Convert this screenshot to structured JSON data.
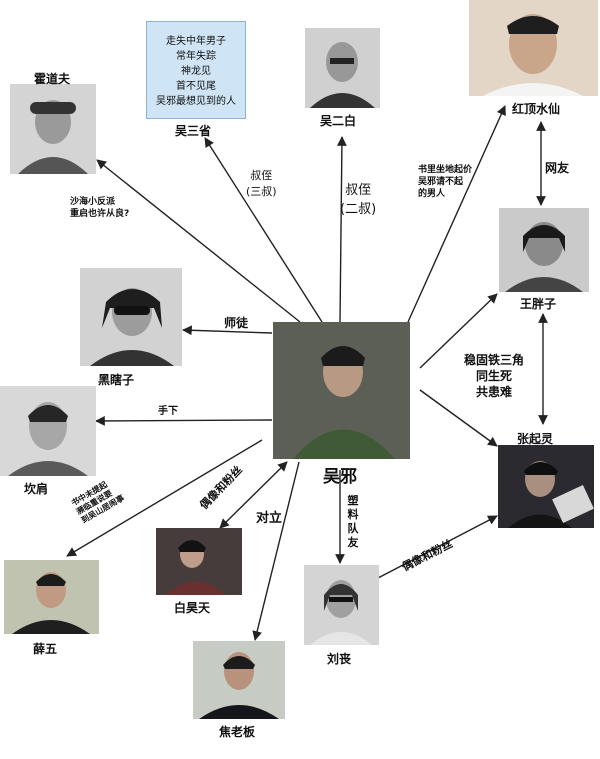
{
  "characters": {
    "wuxie": "吴邪",
    "huodaofu": "霍道夫",
    "wusansheng": "吴三省",
    "wuerbai": "吴二白",
    "hongdingshuixian": "红顶水仙",
    "wangpangzi": "王胖子",
    "zhangqiling": "张起灵",
    "heixiazi": "黑瞎子",
    "kanjian": "坎肩",
    "xuewu": "薛五",
    "baihaotian": "白昊天",
    "liusang": "刘丧",
    "jiaolaoban": "焦老板"
  },
  "note_lines": [
    "走失中年男子",
    "常年失踪",
    "神龙见",
    "首不见尾",
    "吴邪最想见到的人"
  ],
  "edge_labels": {
    "huodaofu_line1": "沙海小反派",
    "huodaofu_line2": "重启也许从良?",
    "wusansheng_line1": "叔侄",
    "wusansheng_line2": "(三叔)",
    "wuerbai_line1": "叔侄",
    "wuerbai_line2": "(二叔)",
    "hongding_line1": "书里坐地起价",
    "hongding_line2": "吴邪请不起",
    "hongding_line3": "的男人",
    "wangyou": "网友",
    "shitu": "师徒",
    "sanjiao_line1": "稳固铁三角",
    "sanjiao_line2": "同生死",
    "sanjiao_line3": "共患难",
    "shouxia": "手下",
    "xuewu_line1": "书中未提起",
    "xuewu_line2": "濒临重说要",
    "xuewu_line3": "到吴山居闹事",
    "baihaotian_rel": "偶像和粉丝",
    "duili": "对立",
    "liusang_rel": "塑料队友",
    "liusang_zhang_rel": "偶像和粉丝"
  }
}
